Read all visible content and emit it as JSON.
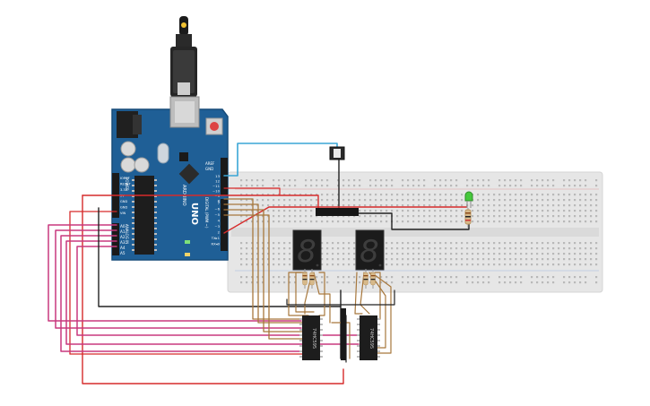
{
  "arduino": {
    "model_label": "UNO",
    "brand_label": "ARDUINO",
    "aref_label": "AREF",
    "gnd_label": "GND",
    "power_pin_labels": [
      "IOREF",
      "RESET",
      "3.3V",
      "5V",
      "GND",
      "GND",
      "VIN"
    ],
    "analog_pin_labels": [
      "A0",
      "A1",
      "A2",
      "A3",
      "A4",
      "A5"
    ],
    "digital_pin_labels": [
      "13",
      "12",
      "~11",
      "~10",
      "~9",
      "8",
      "7",
      "~6",
      "~5",
      "4",
      "~3",
      "2",
      "TX▸1",
      "RX◂0"
    ],
    "digital_header_label": "DIGITAL (PWM ~)",
    "analog_header_label": "ANALOG IN",
    "power_header_label": "POWER"
  },
  "chips": {
    "left_label": "74HC595",
    "right_label": "74HC595"
  },
  "displays": {
    "left_glyph": "8",
    "right_glyph": "8"
  },
  "colors": {
    "board": "#1f5f96",
    "board_edge": "#174b78",
    "breadboard": "#e8e8e8",
    "wire_red": "#d62b2b",
    "wire_magenta": "#c8387f",
    "wire_brown": "#a7773c",
    "wire_black": "#222222",
    "wire_cyan": "#3aa6d6",
    "led_green": "#46c83c"
  }
}
